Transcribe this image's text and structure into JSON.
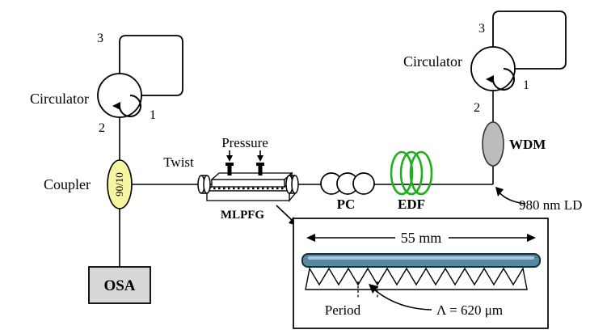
{
  "diagram": {
    "left": {
      "circulator_label": "Circulator",
      "ports": {
        "p1": "1",
        "p2": "2",
        "p3": "3"
      },
      "coupler_label": "Coupler",
      "coupler_ratio": "90/10",
      "osa_label": "OSA"
    },
    "middle": {
      "twist_label": "Twist",
      "pressure_label": "Pressure",
      "mlpfg_label": "MLPFG",
      "pc_label": "PC",
      "edf_label": "EDF"
    },
    "right": {
      "circulator_label": "Circulator",
      "ports": {
        "p1": "1",
        "p2": "2",
        "p3": "3"
      },
      "wdm_label": "WDM",
      "pump_label": "980 nm LD"
    },
    "inset": {
      "length_label": "55 mm",
      "period_label": "Period",
      "period_value": "Λ = 620 μm"
    }
  },
  "colors": {
    "line": "#000000",
    "coupler_fill": "#f8f5a2",
    "osa_fill": "#d8d8d8",
    "wdm_fill": "#bcbcbc",
    "edf_stroke": "#1eb01e",
    "fiber_fill": "#58889f",
    "fiber_stroke": "#12303f",
    "fiber_sheen": "#bcd8e8"
  }
}
